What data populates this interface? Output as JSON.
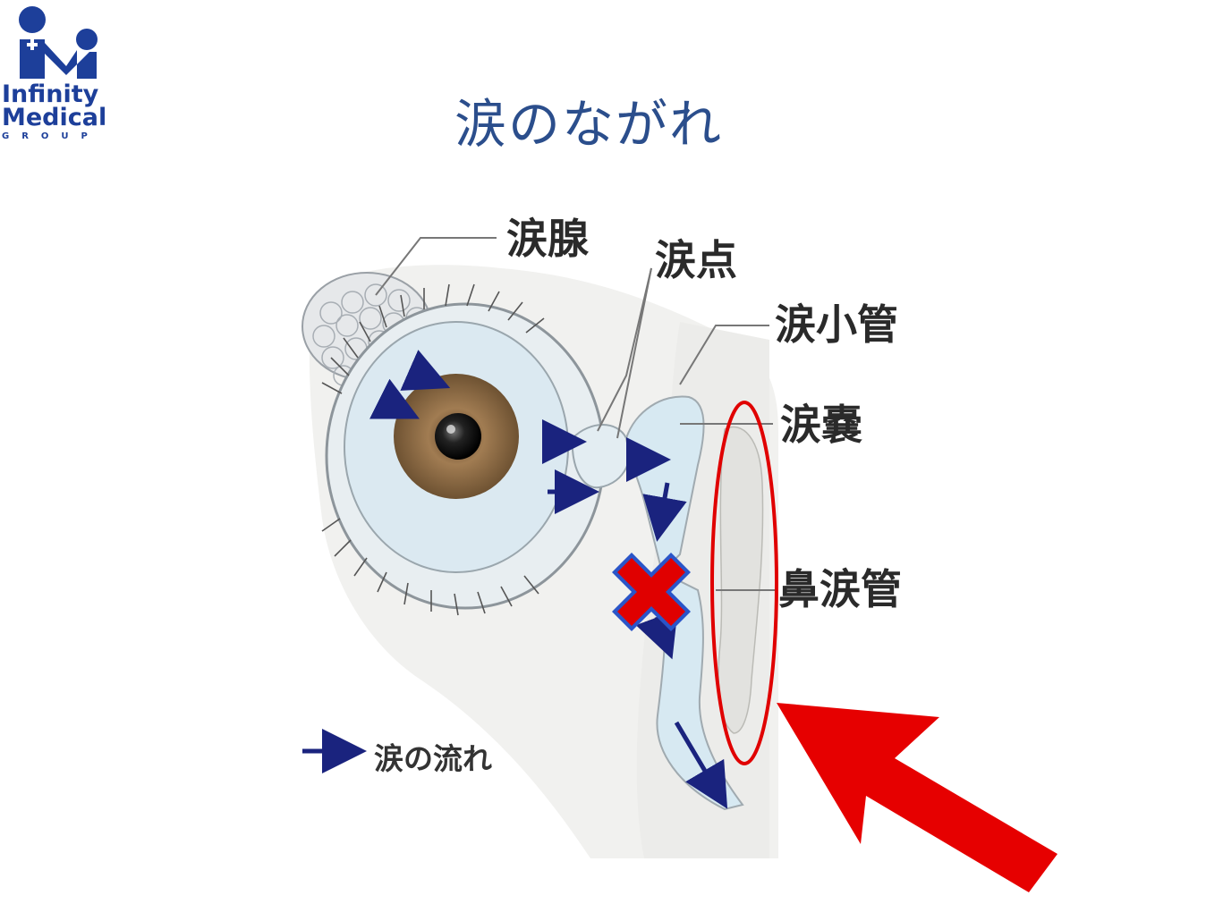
{
  "logo": {
    "line1": "Infinity",
    "line2": "Medical",
    "line3": "GROUP",
    "color": "#1d3f9a"
  },
  "title": "涙のながれ",
  "labels": {
    "lacrimal_gland": "涙腺",
    "punctum": "涙点",
    "canaliculus": "涙小管",
    "sac": "涙嚢",
    "nasolacrimal_duct": "鼻涙管"
  },
  "legend": {
    "flow": "涙の流れ"
  },
  "colors": {
    "flow_arrow": "#1a237e",
    "highlight": "#e00000",
    "x_mark_fill": "#e00000",
    "x_mark_border": "#2a55c8",
    "iris": "#8b6a44",
    "tear_blue": "#d7e9f2"
  }
}
